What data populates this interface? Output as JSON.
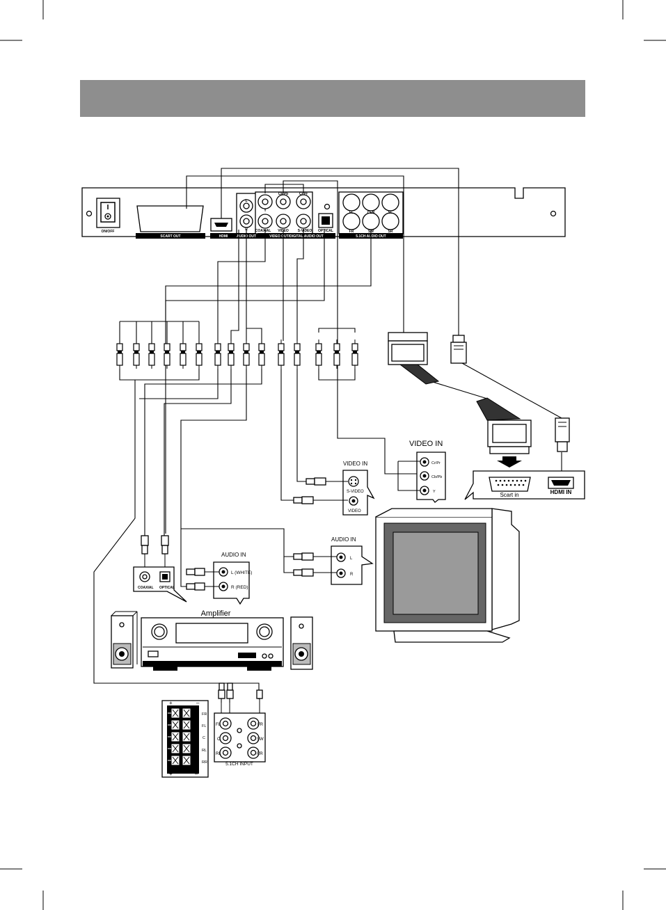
{
  "panel": {
    "power_label": "ON/OFF",
    "scart_label": "SCART OUT",
    "hdmi_label": "HDMI",
    "audio_out_label": "AUDIO OUT",
    "coaxial_label": "COAXIAL",
    "video_label": "VIDEO",
    "svideo_label": "S-VIDEO",
    "optical_label": "OPTICAL",
    "video_digital_label": "VIDEO OUT/DIGITAL AUDIO OUT",
    "ch51_out_label": "5.1CH AUDIO OUT",
    "jack_l": "L",
    "jack_r": "R",
    "jack_y": "Y",
    "jack_cb": "Cb/Pb",
    "jack_cr": "Cr/Pr",
    "jack_fl": "FL",
    "jack_fr": "FR",
    "jack_sw": "SW",
    "jack_ctr": "CEN",
    "jack_sl": "SL",
    "jack_sr": "SR"
  },
  "tv_inputs": {
    "component_title": "VIDEO IN",
    "component_jacks": [
      "Cr/Pr",
      "Cb/Pb",
      "Y"
    ],
    "svideo_title": "VIDEO IN",
    "svideo_label": "S-VIDEO",
    "video_label": "VIDEO",
    "audio_title": "AUDIO IN",
    "audio_l": "L",
    "audio_r": "R",
    "scart_in_label": "Scart  in",
    "hdmi_in_label": "HDMI IN"
  },
  "amplifier": {
    "title": "Amplifier",
    "audio_in_title": "AUDIO IN",
    "audio_in_left": "L (WHITE)",
    "audio_in_right": "R (RED)",
    "coaxial_label": "COAXIAL",
    "optical_label": "OPTICAL"
  },
  "input51": {
    "label": "5.1CH INPUT",
    "jacks_left": [
      "FL",
      "C",
      "RL"
    ],
    "jacks_right": [
      "FR",
      "SW",
      "RR"
    ],
    "speaker_labels": [
      "FR",
      "FL",
      "C",
      "RL",
      "RR"
    ],
    "plus": "+",
    "minus": "–"
  }
}
